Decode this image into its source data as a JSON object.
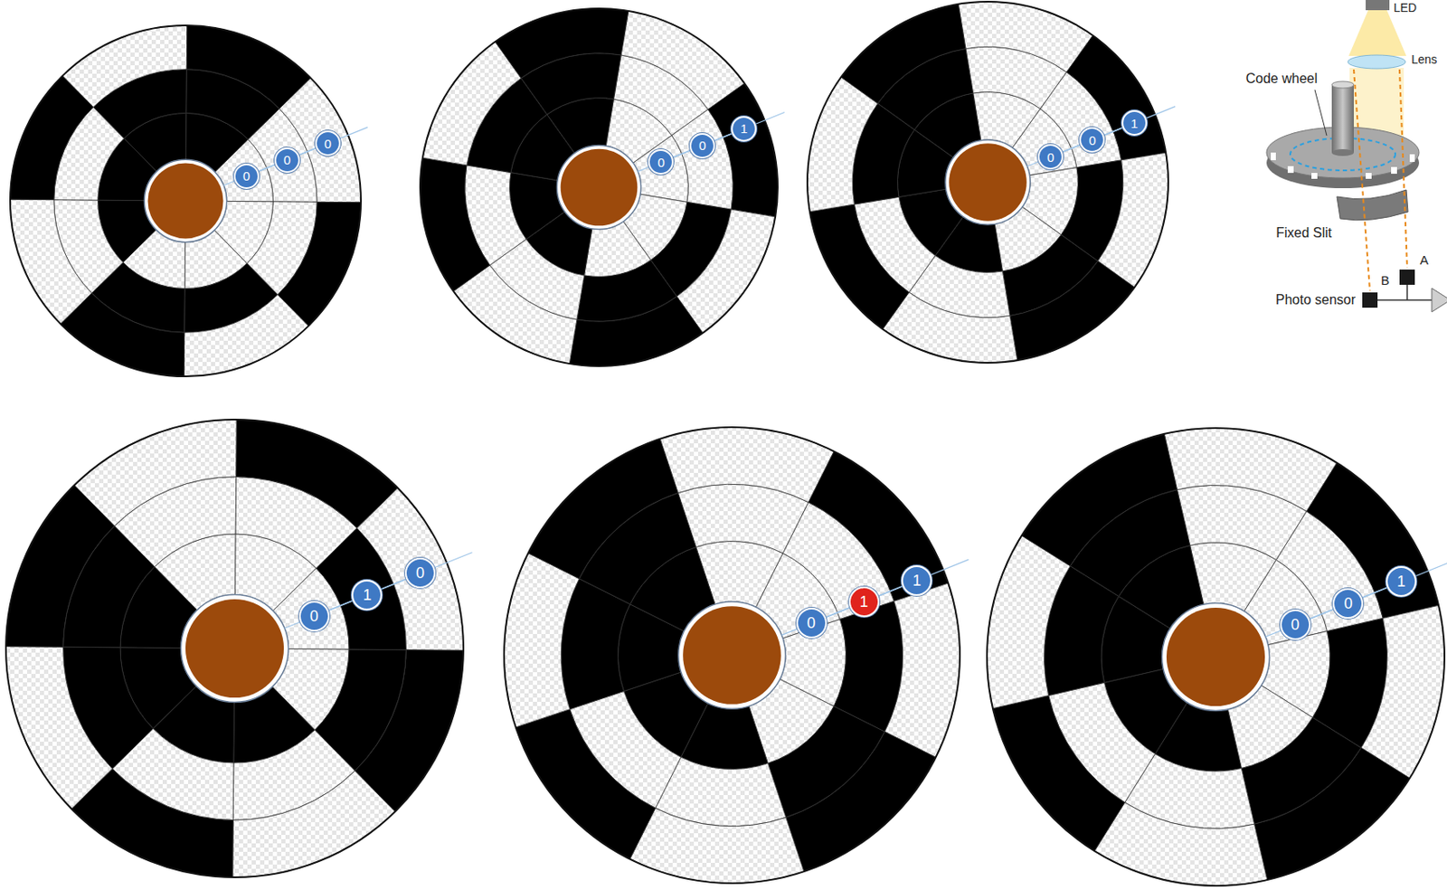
{
  "diagram": {
    "nodes": [
      {
        "text": [
          "0"
        ]
      },
      {
        "text": [
          "0"
        ]
      },
      {
        "text": [
          "0"
        ]
      },
      {
        "text": [
          "0"
        ]
      },
      {
        "text": [
          "0"
        ]
      },
      {
        "text": [
          "1"
        ]
      },
      {
        "text": [
          "0"
        ]
      },
      {
        "text": [
          "0"
        ]
      },
      {
        "text": [
          "1"
        ]
      },
      {
        "text": [
          "0"
        ]
      },
      {
        "text": [
          "1"
        ]
      },
      {
        "text": [
          "0"
        ]
      },
      {
        "text": [
          "0"
        ]
      },
      {
        "text": [
          "1"
        ]
      },
      {
        "text": [
          "1"
        ]
      },
      {
        "text": [
          "0"
        ]
      },
      {
        "text": [
          "0"
        ]
      },
      {
        "text": [
          "1"
        ]
      }
    ],
    "edges": [
      {
        "from": 0,
        "to": 1,
        "arrow": "none"
      },
      {
        "from": 1,
        "to": 2,
        "arrow": "none"
      },
      {
        "from": 3,
        "to": 4,
        "arrow": "none"
      },
      {
        "from": 4,
        "to": 5,
        "arrow": "none"
      },
      {
        "from": 6,
        "to": 7,
        "arrow": "none"
      },
      {
        "from": 7,
        "to": 8,
        "arrow": "none"
      },
      {
        "from": 9,
        "to": 10,
        "arrow": "none"
      },
      {
        "from": 10,
        "to": 11,
        "arrow": "none"
      },
      {
        "from": 12,
        "to": 13,
        "arrow": "none"
      },
      {
        "from": 13,
        "to": 14,
        "arrow": "none"
      },
      {
        "from": 15,
        "to": 16,
        "arrow": "none"
      },
      {
        "from": 16,
        "to": 17,
        "arrow": "none"
      }
    ],
    "labels": [
      "LED",
      "Lens",
      "Code wheel",
      "Fixed Slit",
      "A",
      "B",
      "Photo sensor"
    ]
  }
}
